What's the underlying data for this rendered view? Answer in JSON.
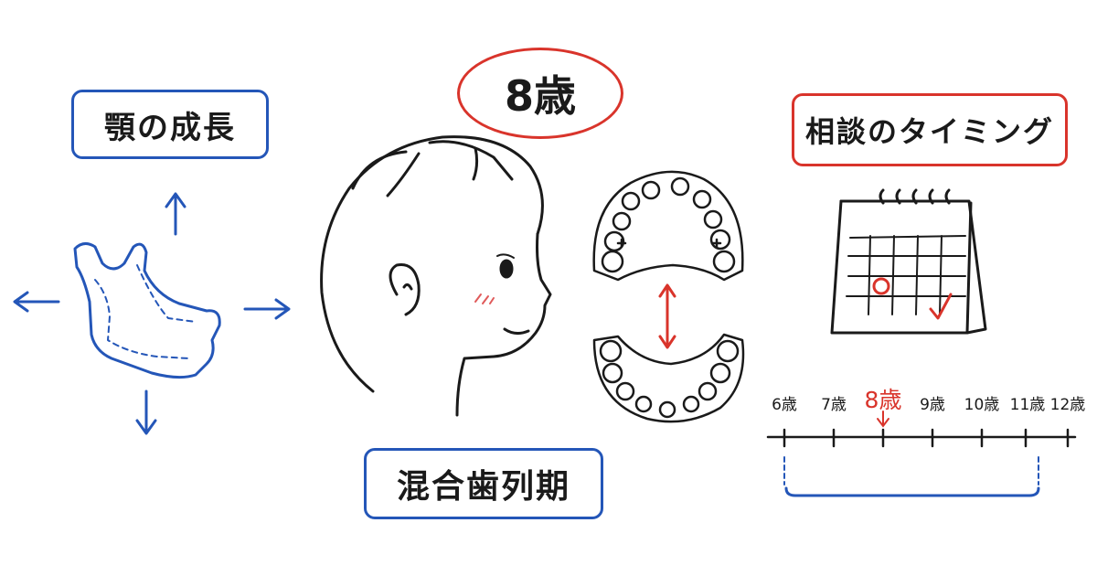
{
  "labels": {
    "jaw_growth": "顎の成長",
    "age": "8歳",
    "consult_timing": "相談のタイミング",
    "mixed_dentition": "混合歯列期"
  },
  "timeline": {
    "ticks": [
      "6歳",
      "7歳",
      "8歳",
      "9歳",
      "10歳",
      "11歳",
      "12歳"
    ],
    "highlight": "8歳"
  },
  "colors": {
    "blue": "#2456b8",
    "red": "#d9342b",
    "ink": "#1a1a1a"
  }
}
